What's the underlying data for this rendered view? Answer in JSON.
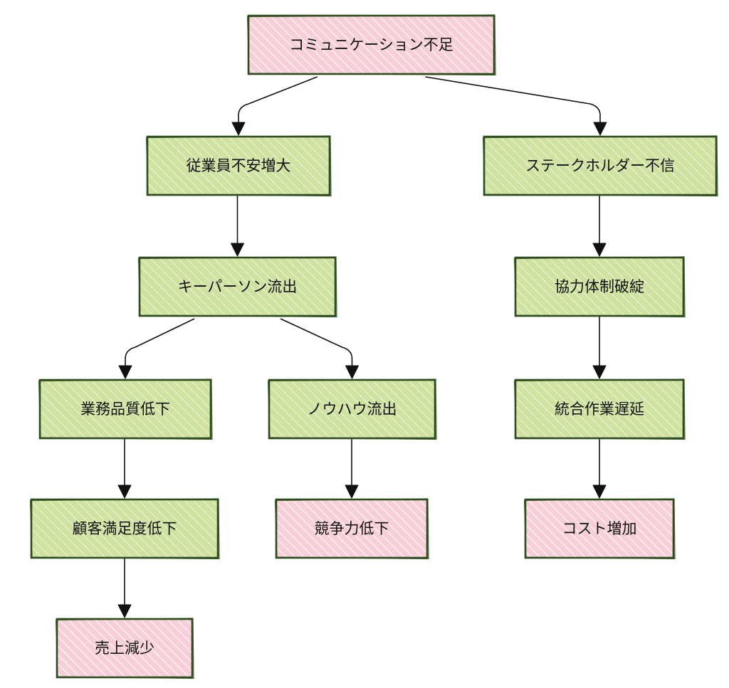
{
  "colors": {
    "root": "#f6cfd8",
    "middle": "#cfe2a2",
    "outcome": "#f6cfd8",
    "hatch_root": "#ffffff",
    "hatch_middle": "#eef6d6",
    "border": "#2e4d1c",
    "arrow": "#111111"
  },
  "nodes": [
    {
      "id": "comm",
      "label": "コミュニケーション不足",
      "kind": "root"
    },
    {
      "id": "employee",
      "label": "従業員不安増大",
      "kind": "middle"
    },
    {
      "id": "stake",
      "label": "ステークホルダー不信",
      "kind": "middle"
    },
    {
      "id": "keyperson",
      "label": "キーパーソン流出",
      "kind": "middle"
    },
    {
      "id": "coop",
      "label": "協力体制破綻",
      "kind": "middle"
    },
    {
      "id": "quality",
      "label": "業務品質低下",
      "kind": "middle"
    },
    {
      "id": "knowhow",
      "label": "ノウハウ流出",
      "kind": "middle"
    },
    {
      "id": "integration",
      "label": "統合作業遅延",
      "kind": "middle"
    },
    {
      "id": "satisfaction",
      "label": "顧客満足度低下",
      "kind": "middle"
    },
    {
      "id": "compete",
      "label": "競争力低下",
      "kind": "outcome"
    },
    {
      "id": "cost",
      "label": "コスト増加",
      "kind": "outcome"
    },
    {
      "id": "sales",
      "label": "売上減少",
      "kind": "outcome"
    }
  ],
  "edges": [
    {
      "from": "comm",
      "to": "employee"
    },
    {
      "from": "comm",
      "to": "stake"
    },
    {
      "from": "employee",
      "to": "keyperson"
    },
    {
      "from": "stake",
      "to": "coop"
    },
    {
      "from": "keyperson",
      "to": "quality"
    },
    {
      "from": "keyperson",
      "to": "knowhow"
    },
    {
      "from": "coop",
      "to": "integration"
    },
    {
      "from": "quality",
      "to": "satisfaction"
    },
    {
      "from": "knowhow",
      "to": "compete"
    },
    {
      "from": "integration",
      "to": "cost"
    },
    {
      "from": "satisfaction",
      "to": "sales"
    }
  ]
}
